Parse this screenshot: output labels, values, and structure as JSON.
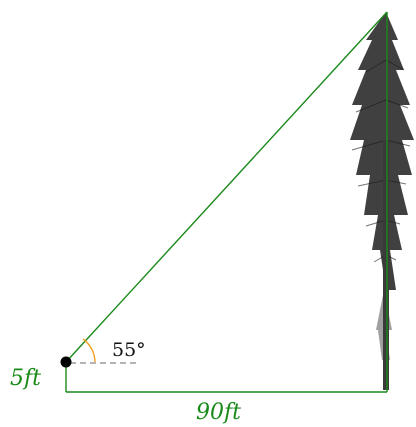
{
  "diagram": {
    "height_label": "5ft",
    "distance_label": "90ft",
    "angle_label": "55°",
    "colors": {
      "triangle": "#1a8a1a",
      "angle_arc": "#f0a020",
      "dashed": "#888888",
      "observer": "#000000",
      "tree_trunk": "#3a3a3a",
      "tree_foliage": "#2b2b2b"
    },
    "icons": {
      "observer": "observer-dot-icon",
      "tree": "pine-tree-icon"
    }
  }
}
